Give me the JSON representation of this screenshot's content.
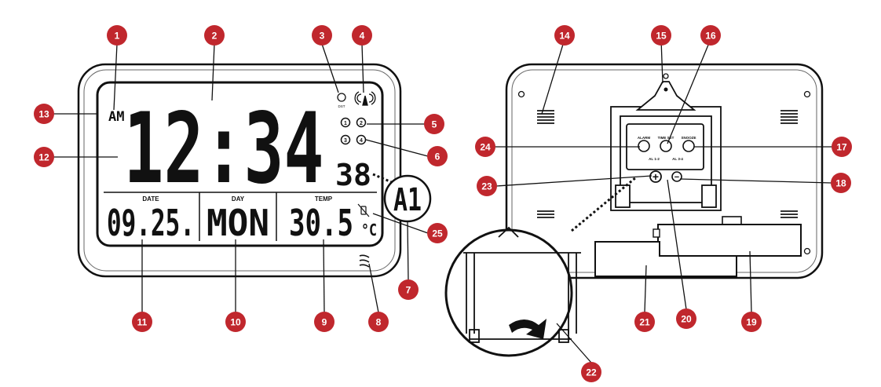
{
  "front": {
    "time": "12:34",
    "ampm": "AM",
    "seconds": "38",
    "date_label": "DATE",
    "date_value": "09.25.",
    "day_label": "DAY",
    "day_value": "MON",
    "temp_label": "TEMP",
    "temp_value": "30.5",
    "temp_unit": "°C",
    "zoom_label": "A1",
    "dst_label": "DST",
    "alarm_digits": [
      "1",
      "2",
      "3",
      "4"
    ]
  },
  "back": {
    "button_labels": [
      "ALARM",
      "TIME SET",
      "SNOOZE"
    ],
    "switch_labels": {
      "al12": "AL 1-2",
      "al34": "AL 3-4",
      "plus": "+",
      "minus": "−"
    }
  },
  "callouts": [
    {
      "num": "1"
    },
    {
      "num": "2"
    },
    {
      "num": "3"
    },
    {
      "num": "4"
    },
    {
      "num": "5"
    },
    {
      "num": "6"
    },
    {
      "num": "7"
    },
    {
      "num": "8"
    },
    {
      "num": "9"
    },
    {
      "num": "10"
    },
    {
      "num": "11"
    },
    {
      "num": "12"
    },
    {
      "num": "13"
    },
    {
      "num": "14"
    },
    {
      "num": "15"
    },
    {
      "num": "16"
    },
    {
      "num": "17"
    },
    {
      "num": "18"
    },
    {
      "num": "19"
    },
    {
      "num": "20"
    },
    {
      "num": "21"
    },
    {
      "num": "22"
    },
    {
      "num": "23"
    },
    {
      "num": "24"
    },
    {
      "num": "25"
    }
  ],
  "colors": {
    "badge": "#c0272d",
    "ink": "#111111",
    "screen_bg": "#ffffff"
  }
}
